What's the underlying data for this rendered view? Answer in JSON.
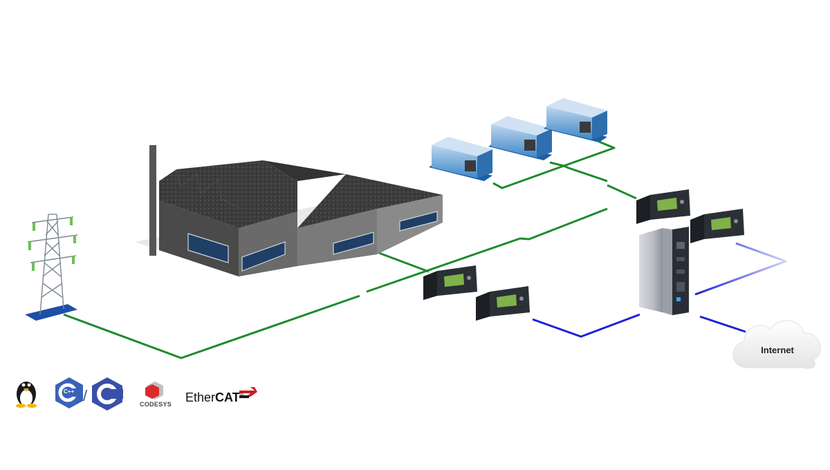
{
  "cloud": {
    "label": "Internet"
  },
  "logos": {
    "codesys": "CODESYS",
    "ethercat_prefix": "Ether",
    "ethercat_suffix": "CAT",
    "ethercat_mark": "®",
    "cplusplus": "C++",
    "c": "C",
    "separator": "/"
  },
  "colors": {
    "power_line": "#1f8a2e",
    "data_line": "#1b22d6",
    "engine_blue": "#2b7fc4",
    "building_gray": "#5a5a5a",
    "controller_dark": "#2b2f36"
  },
  "icons": [
    "transmission-tower-icon",
    "factory-icon",
    "generator-icon",
    "controller-icon",
    "industrial-pc-icon",
    "cloud-icon",
    "linux-tux-icon",
    "cplusplus-icon",
    "c-language-icon",
    "codesys-icon",
    "ethercat-icon"
  ]
}
